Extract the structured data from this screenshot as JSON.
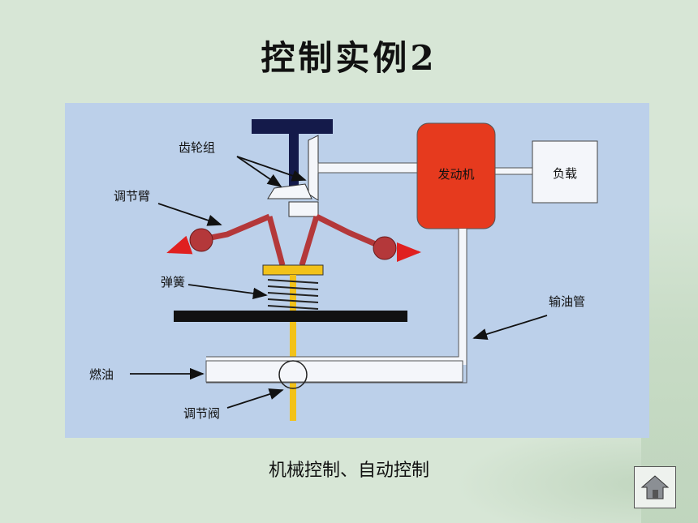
{
  "slide": {
    "title": "控制实例2",
    "caption": "机械控制、自动控制"
  },
  "diagram": {
    "labels": {
      "gear_set": "齿轮组",
      "adjust_arm": "调节臂",
      "spring": "弹簧",
      "fuel": "燃油",
      "valve": "调节阀",
      "engine": "发动机",
      "load": "负载",
      "oil_pipe": "输油管"
    }
  },
  "nav": {
    "home_icon": "home-icon"
  },
  "colors": {
    "background": "#d7e6d6",
    "diagram_bg": "#bcd0ea",
    "engine": "#e63a1e",
    "arm": "#b4383a",
    "spring_yellow": "#f2c21a",
    "dark_bar": "#111"
  }
}
